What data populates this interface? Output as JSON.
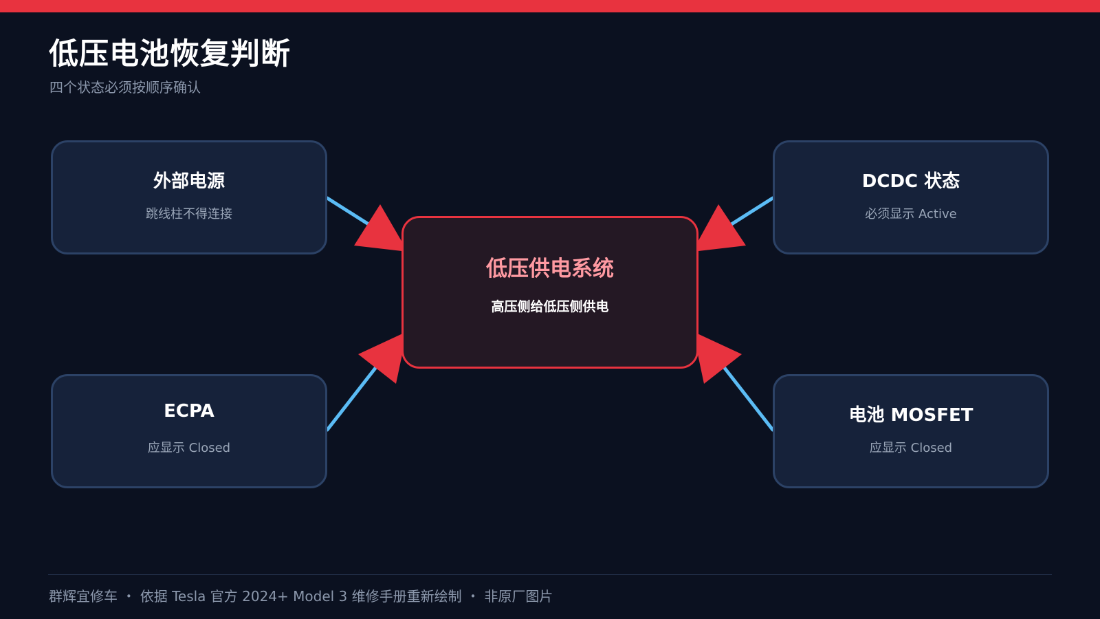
{
  "header": {
    "title": "低压电池恢复判断",
    "subtitle": "四个状态必须按顺序确认"
  },
  "center": {
    "title": "低压供电系统",
    "desc": "高压侧给低压侧供电"
  },
  "nodes": {
    "external_power": {
      "title": "外部电源",
      "desc": "跳线柱不得连接"
    },
    "dcdc": {
      "title": "DCDC 状态",
      "desc": "必须显示 Active"
    },
    "ecpa": {
      "title": "ECPA",
      "desc": "应显示 Closed"
    },
    "mosfet": {
      "title": "电池 MOSFET",
      "desc": "应显示 Closed"
    }
  },
  "footer": {
    "text": "群辉宜修车 ・ 依据 Tesla 官方 2024+ Model 3 维修手册重新绘制 ・ 非原厂图片"
  },
  "colors": {
    "accent": "#e8333f",
    "connector": "#5bbcf5",
    "background": "#0b1120",
    "node_fill": "#16223a",
    "node_border": "#2c4266"
  }
}
